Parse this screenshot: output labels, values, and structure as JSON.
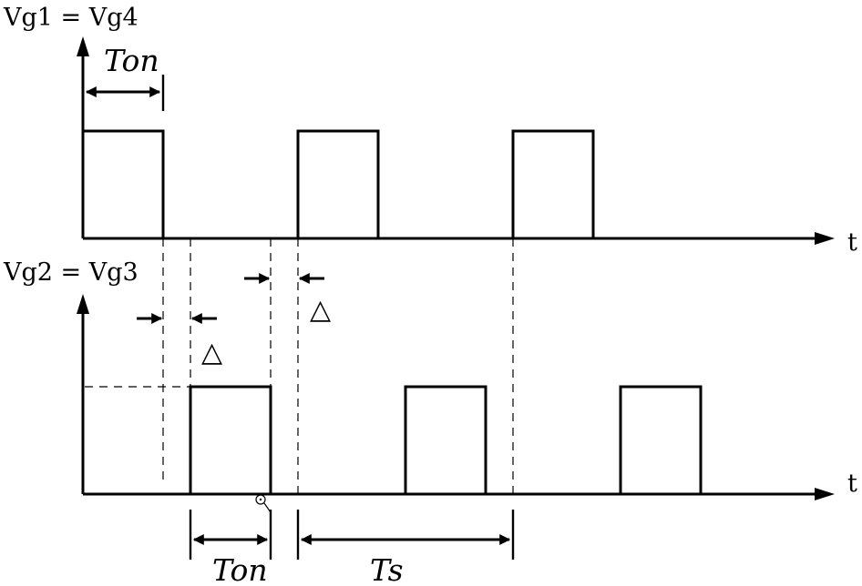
{
  "labels": {
    "top_signal": "Vg1 = Vg4",
    "bottom_signal": "Vg2 = Vg3",
    "time_top": "t",
    "time_bottom": "t",
    "ton_top": "Ton",
    "ton_bottom": "Ton",
    "ts_bottom": "Ts",
    "deadtime_1": "△",
    "deadtime_2": "△"
  },
  "colors": {
    "stroke": "#000000",
    "background": "#ffffff"
  }
}
